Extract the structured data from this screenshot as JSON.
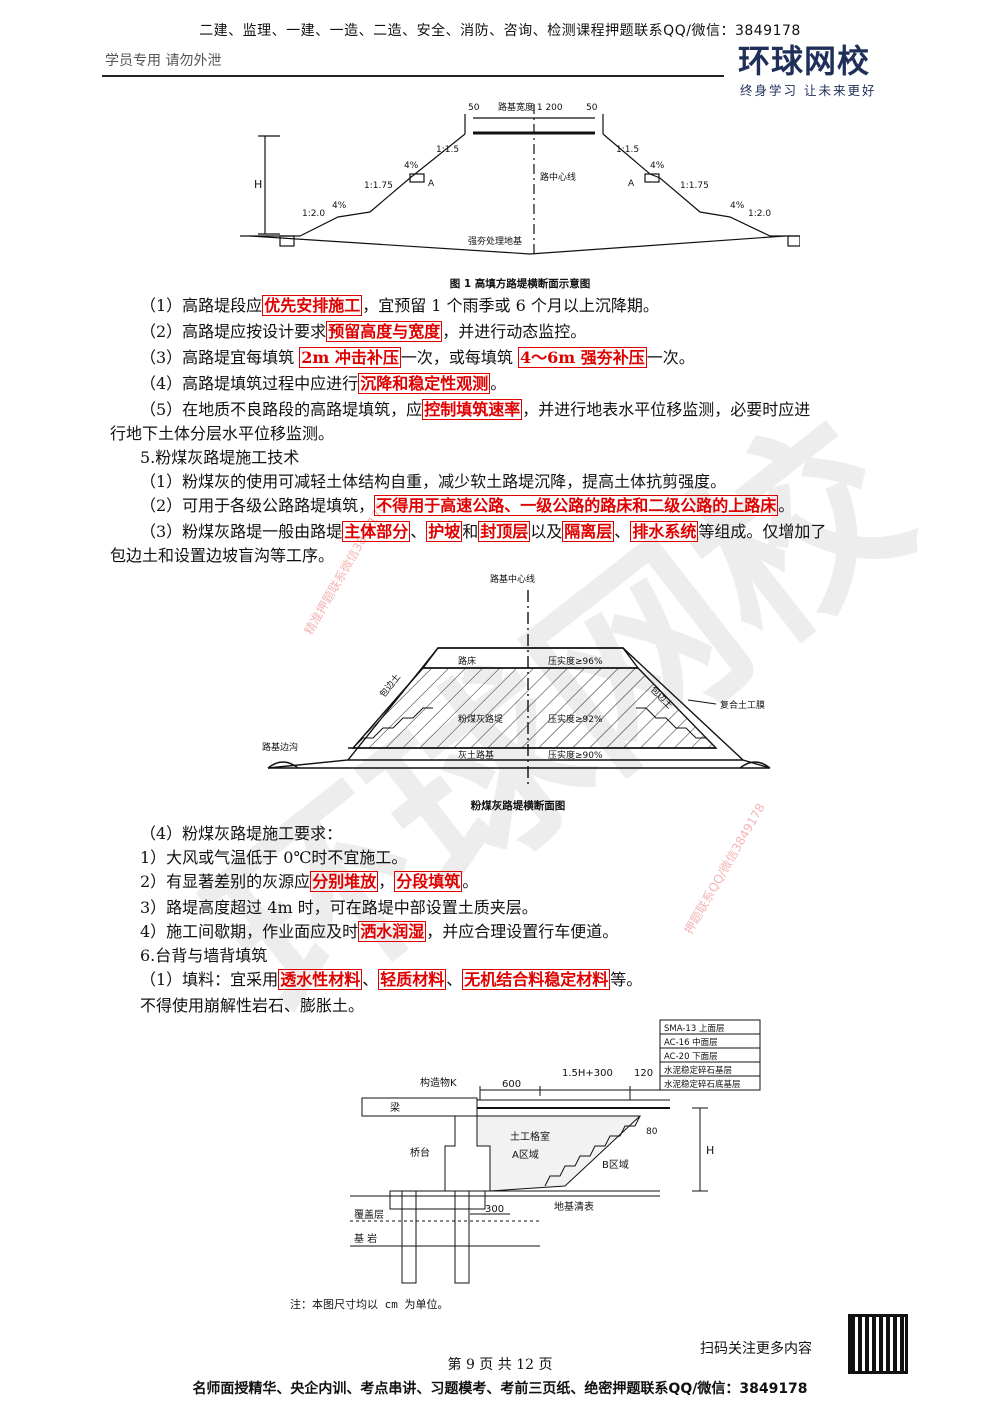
{
  "header": {
    "top_banner": "二建、监理、一建、一造、二造、安全、消防、咨询、检测课程押题联系QQ/微信：3849178",
    "left_text": "学员专用 请勿外泄",
    "logo_text": "环球网校",
    "logo_slogan": "终身学习 让未来更好"
  },
  "figure1": {
    "caption": "图 1 高填方路堤横断面示意图",
    "labels": {
      "width_left": "50",
      "width_mid": "路基宽度 1 200",
      "width_right": "50",
      "height": "H",
      "slope_top_left": "1:1.5",
      "slope_mid_left": "1:1.75",
      "slope_bot_left": "1:2.0",
      "slope_top_right": "1:1.5",
      "slope_mid_right": "1:1.75",
      "slope_bot_right": "1:2.0",
      "pct_l1": "4%",
      "pct_l2": "4%",
      "pct_r1": "4%",
      "pct_r2": "4%",
      "mark_left": "A",
      "mark_right": "A",
      "centerline": "路中心线",
      "base": "强夯处理地基"
    }
  },
  "block1": {
    "p1": {
      "pre": "（1）高路堤段应",
      "hl": "优先安排施工",
      "post": "，宜预留 1 个雨季或 6 个月以上沉降期。"
    },
    "p2": {
      "pre": "（2）高路堤应按设计要求",
      "hl": "预留高度与宽度",
      "post": "，并进行动态监控。"
    },
    "p3": {
      "pre": "（3）高路堤宜每填筑 ",
      "hl1": "2m 冲击补压",
      "mid": "一次，或每填筑 ",
      "hl2": "4～6m 强夯补压",
      "post": "一次。"
    },
    "p4": {
      "pre": "（4）高路堤填筑过程中应进行",
      "hl": "沉降和稳定性观测",
      "post": "。"
    },
    "p5": {
      "pre": "（5）在地质不良路段的高路堤填筑，应",
      "hl": "控制填筑速率",
      "post": "，并进行地表水平位移监测，必要时应进",
      "line2": "行地下土体分层水平位移监测。"
    }
  },
  "section5": {
    "title": "5.粉煤灰路堤施工技术",
    "p1": "（1）粉煤灰的使用可减轻土体结构自重，减少软土路堤沉降，提高土体抗剪强度。",
    "p2": {
      "pre": "（2）可用于各级公路路堤填筑，",
      "hl": "不得用于高速公路、一级公路的路床和二级公路的上路床",
      "post": "。"
    },
    "p3": {
      "pre": "（3）粉煤灰路堤一般由路堤",
      "hl1": "主体部分",
      "s1": "、",
      "hl2": "护坡",
      "s2": "和",
      "hl3": "封顶层",
      "s3": "以及",
      "hl4": "隔离层",
      "s4": "、",
      "hl5": "排水系统",
      "post": "等组成。仅增加了",
      "line2": "包边土和设置边坡盲沟等工序。"
    }
  },
  "figure2": {
    "caption": "粉煤灰路堤横断面图",
    "labels": {
      "centerline": "路基中心线",
      "roadbed": "路床",
      "compaction_top": "压实度≥96%",
      "edge_soil_left": "包边土",
      "edge_soil_right": "包边土",
      "main_body": "粉煤灰路堤",
      "compaction_mid": "压实度≥92%",
      "geomembrane": "复合土工膜",
      "ditch": "路基边沟",
      "lime_base": "灰土路基",
      "compaction_bot": "压实度≥90%"
    }
  },
  "block2": {
    "p4_title": "（4）粉煤灰路堤施工要求：",
    "r1": "1）大风或气温低于 0℃时不宜施工。",
    "r2": {
      "pre": "2）有显著差别的灰源应",
      "hl1": "分别堆放",
      "mid": "，",
      "hl2": "分段填筑",
      "post": "。"
    },
    "r3": "3）路堤高度超过 4m 时，可在路堤中部设置土质夹层。",
    "r4": {
      "pre": "4）施工间歇期，作业面应及时",
      "hl": "洒水润湿",
      "post": "，并应合理设置行车便道。"
    }
  },
  "section6": {
    "title": "6.台背与墙背填筑",
    "p1": {
      "pre": "（1）填料：宜采用",
      "hl1": "透水性材料",
      "s1": "、",
      "hl2": "轻质材料",
      "s2": "、",
      "hl3": "无机结合料稳定材料",
      "post": "等。"
    },
    "p1_line2": "不得使用崩解性岩石、膨胀土。"
  },
  "figure3": {
    "layers": [
      "SMA-13 上面层",
      "AC-16 中面层",
      "AC-20 下面层",
      "水泥稳定碎石基层",
      "水泥稳定碎石底基层"
    ],
    "labels": {
      "structure": "构造物K",
      "dim_600": "600",
      "dim_15h": "1.5H+300",
      "dim_120": "120",
      "beam": "梁",
      "geocell": "土工格室",
      "zone_a": "A区域",
      "zone_b": "B区域",
      "abutment": "桥台",
      "height": "H",
      "ground_clear": "地基清表",
      "cover": "覆盖层",
      "dim_300": "300",
      "bedrock": "基 岩",
      "dim_80": "80"
    },
    "note": "注：本图尺寸均以 cm 为单位。"
  },
  "watermark": {
    "big": "环球网校",
    "small1": "精准押题联系微信3849178",
    "small2": "押题联系QQ/微信3849178"
  },
  "footer": {
    "scan_text": "扫码关注更多内容",
    "page_text": "第 9 页 共 12 页",
    "bottom_banner": "名师面授精华、央企内训、考点串讲、习题模考、考前三页纸、绝密押题联系QQ/微信：3849178"
  }
}
